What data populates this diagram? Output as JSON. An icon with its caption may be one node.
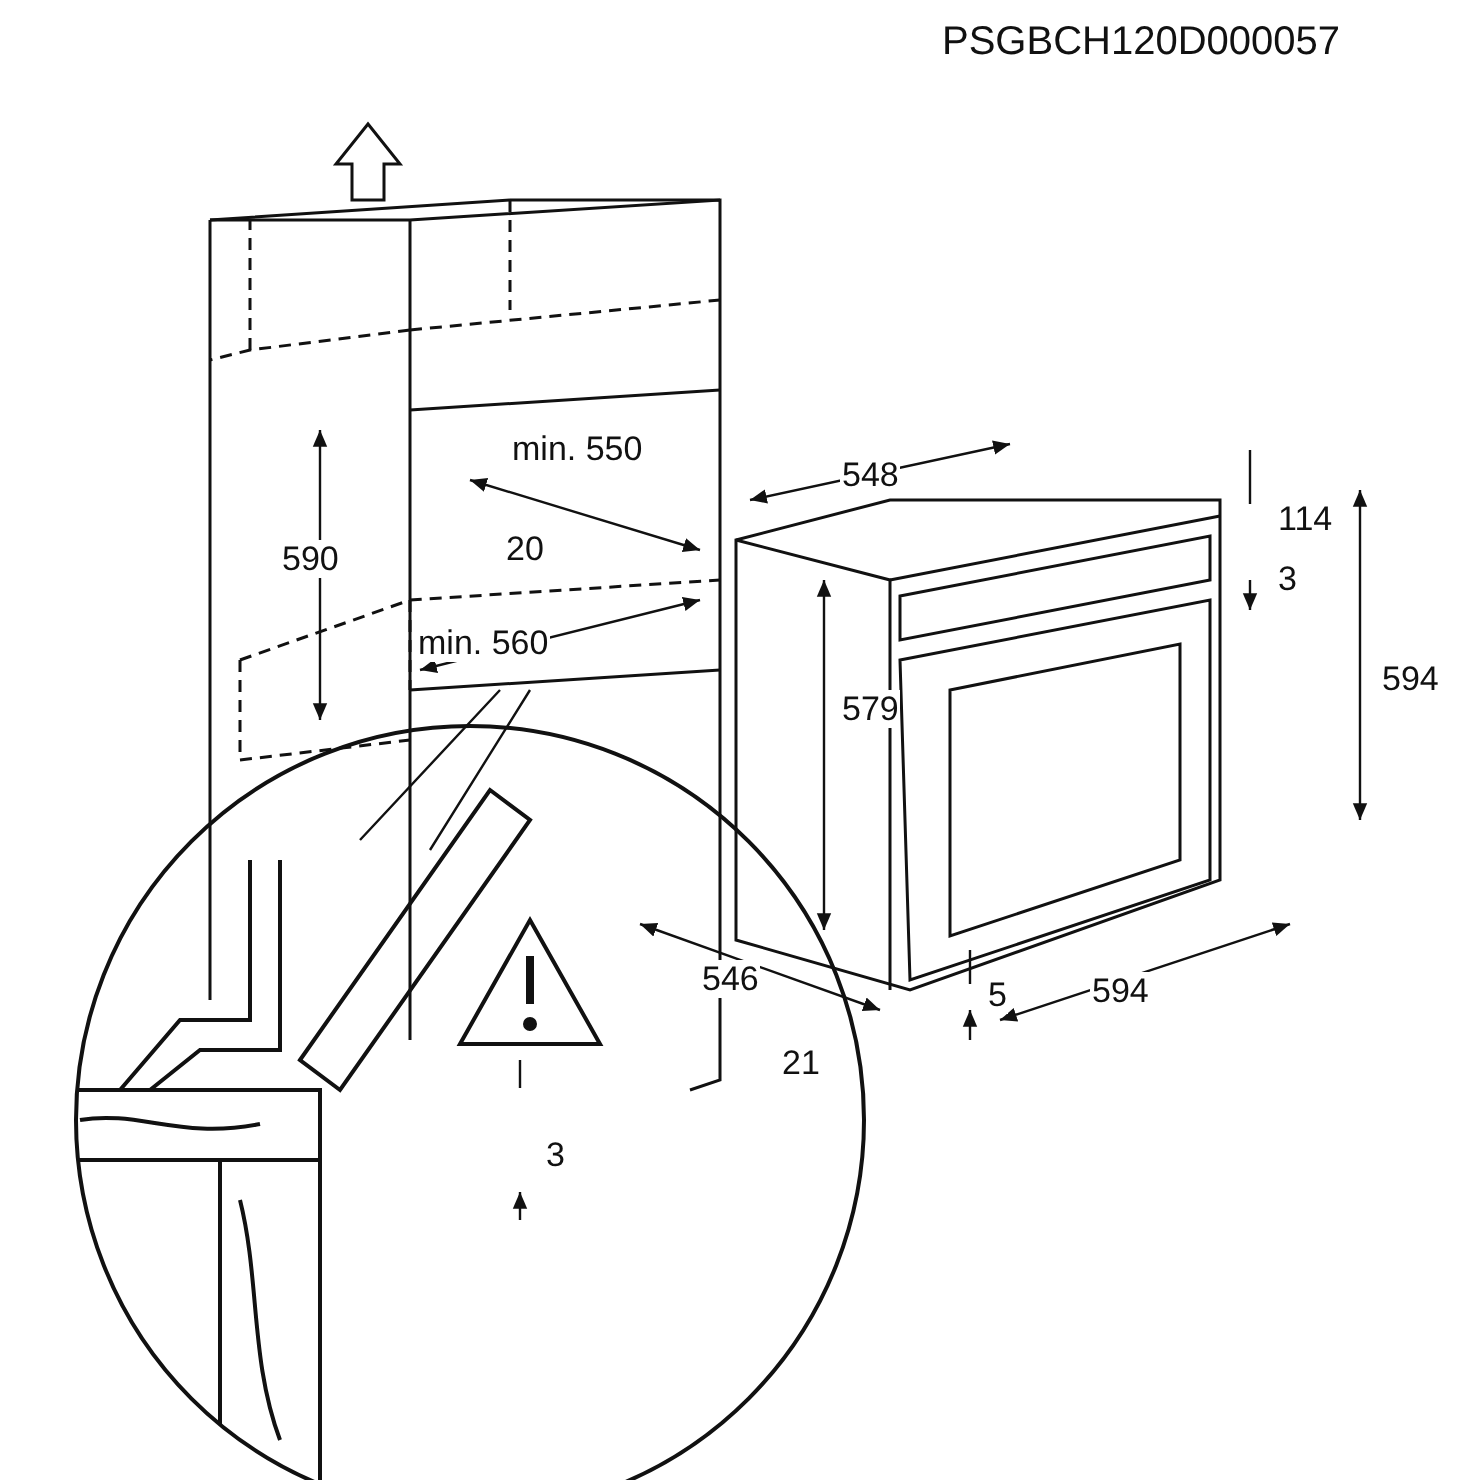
{
  "diagram": {
    "labels": [
      "PSGBCH120D000057",
      "548",
      "114",
      "3",
      "590",
      "min. 550",
      "20",
      "594",
      "min. 560",
      "579",
      "546",
      "594",
      "5",
      "21",
      "3"
    ]
  }
}
